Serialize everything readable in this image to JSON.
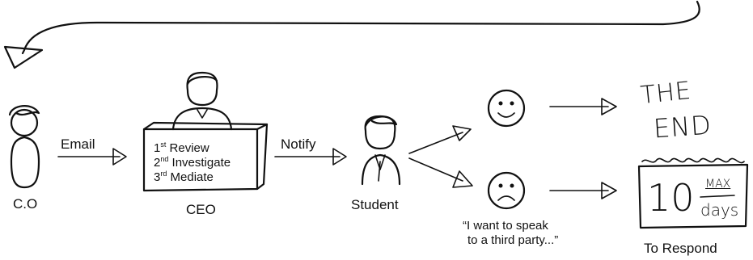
{
  "loop_label": "",
  "actors": {
    "co": "C.O",
    "ceo": "CEO",
    "student": "Student"
  },
  "arrows": {
    "email": "Email",
    "notify": "Notify"
  },
  "ceo_box": {
    "line1_num": "1",
    "line1_sup": "st",
    "line1_text": " Review",
    "line2_num": "2",
    "line2_sup": "nd",
    "line2_text": " Investigate",
    "line3_num": "3",
    "line3_sup": "rd",
    "line3_text": " Mediate"
  },
  "outcomes": {
    "happy_result_line1": "THE",
    "happy_result_line2": "END",
    "sad_quote_line1": "“I want to speak",
    "sad_quote_line2": "to a third party...”",
    "calendar_number": "10",
    "calendar_max": "MAX",
    "calendar_days": "days",
    "respond_label": "To Respond"
  }
}
